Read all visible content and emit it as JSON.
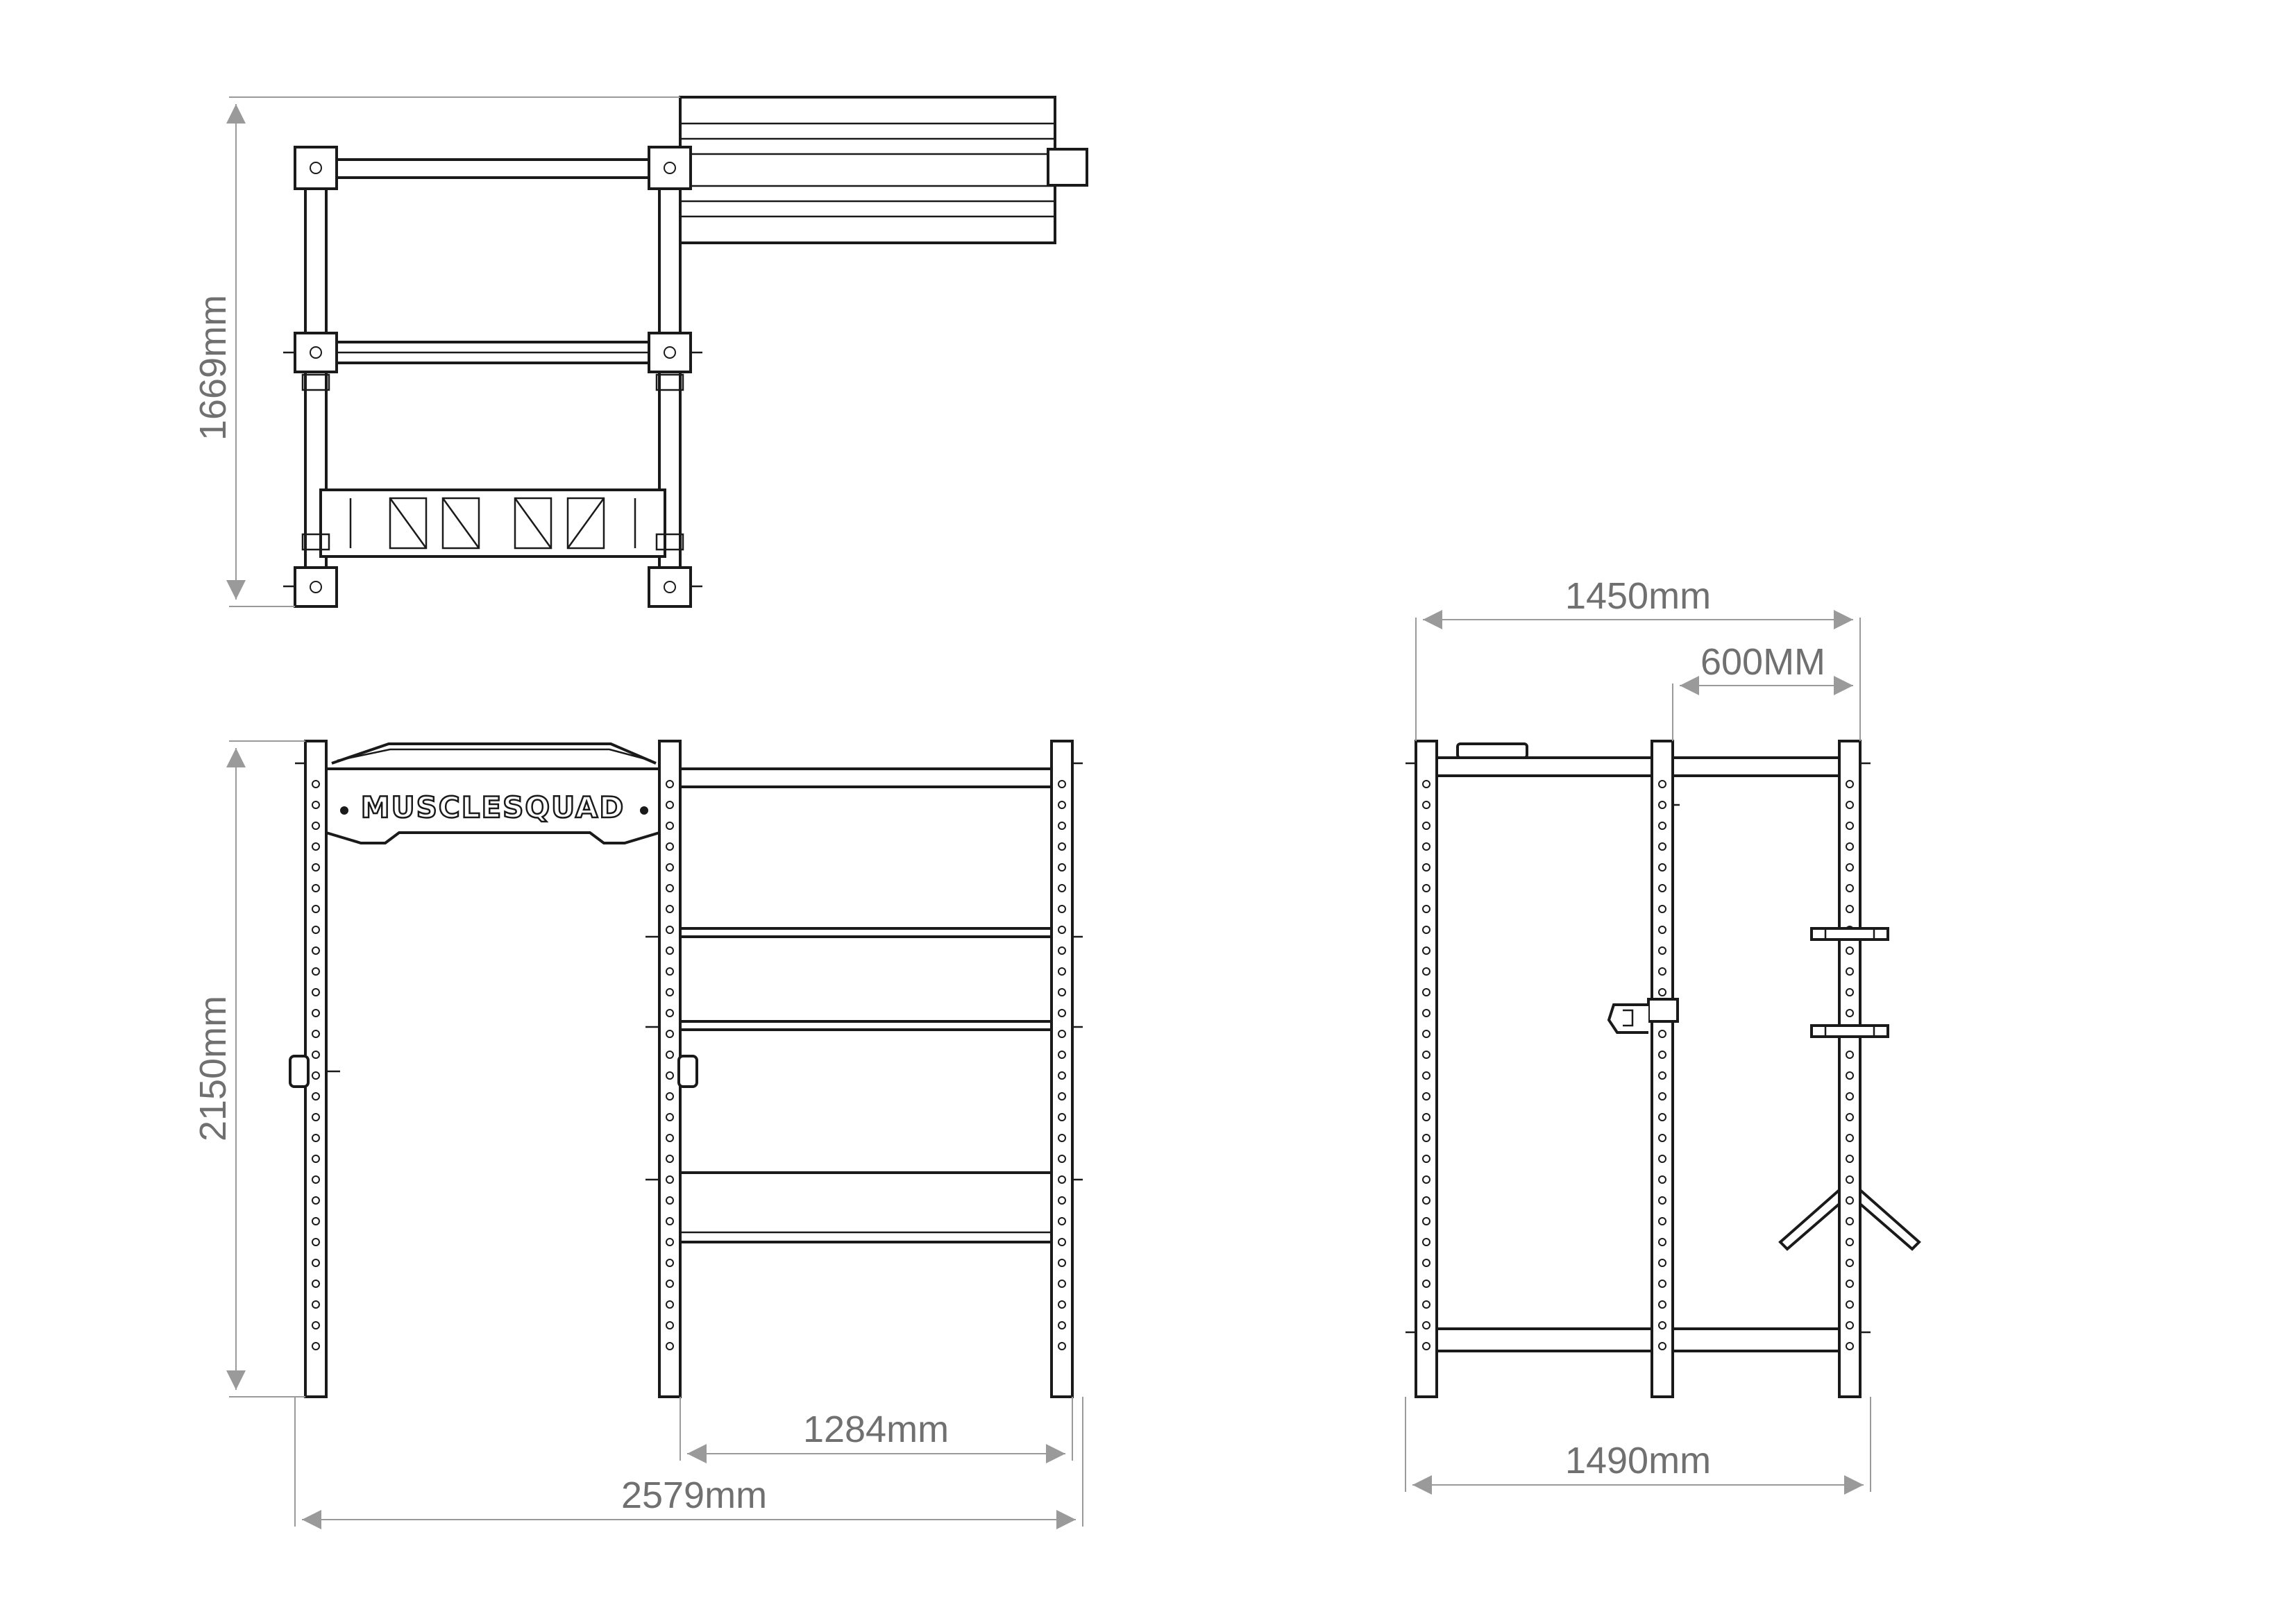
{
  "dimensions": {
    "top_view_depth": "1669mm",
    "front_height": "2150mm",
    "front_width_total": "2579mm",
    "front_width_bay": "1284mm",
    "side_top_width": "1450mm",
    "side_bay_width": "600MM",
    "side_base_width": "1490mm"
  },
  "logo": {
    "text": "MUSCLESQUAD"
  },
  "colors": {
    "line": "#1a1a1a",
    "dimension": "#9a9a9a",
    "dimension_text": "#707070"
  }
}
